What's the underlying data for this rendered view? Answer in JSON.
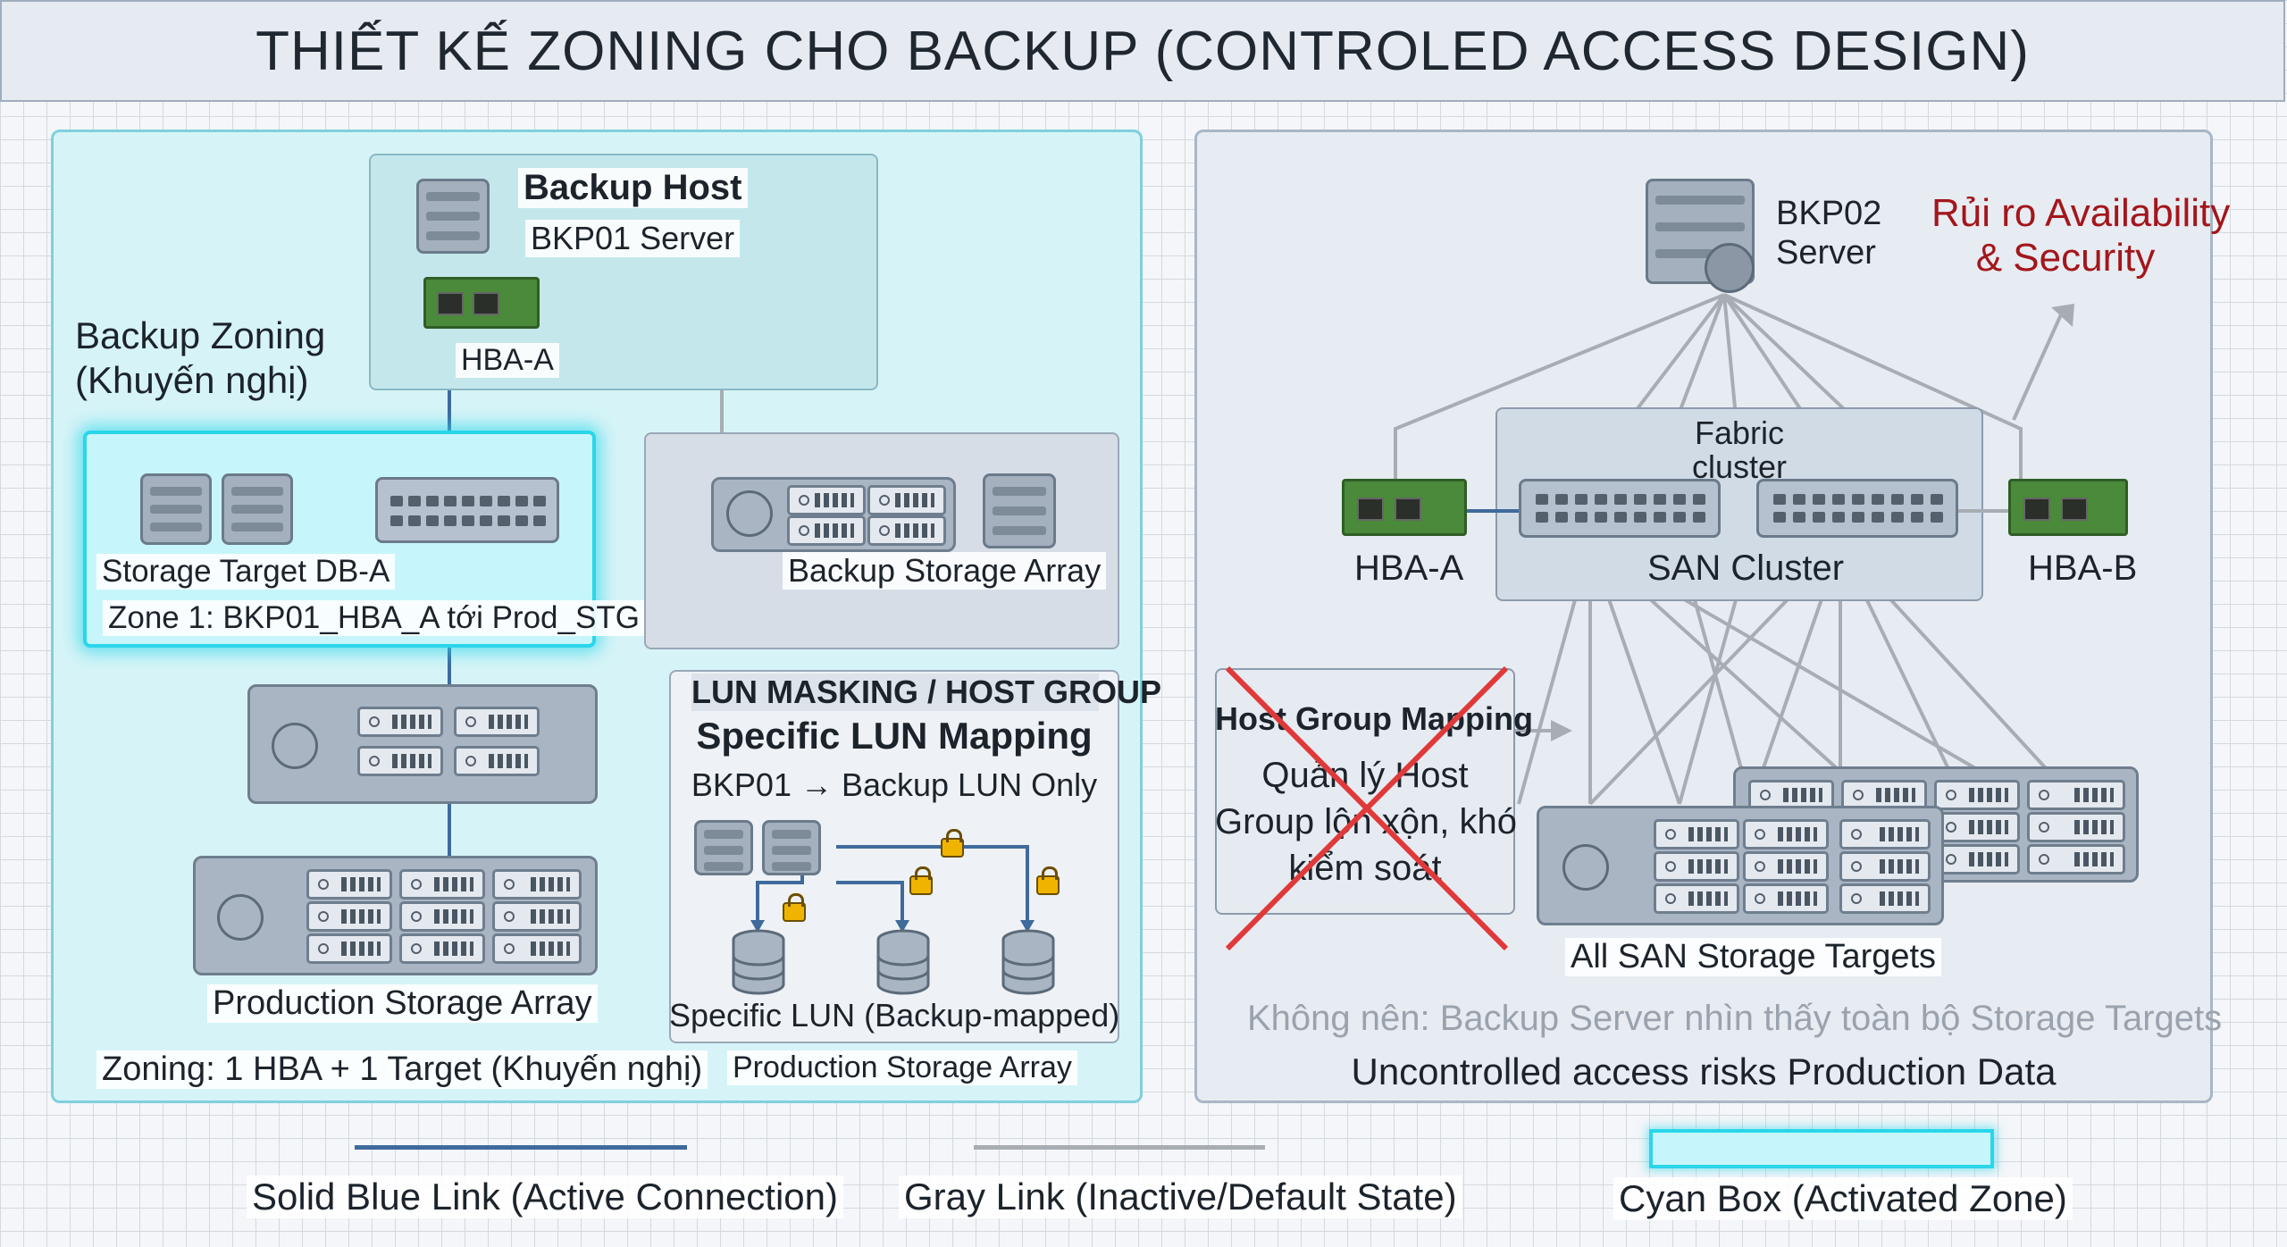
{
  "title": "THIẾT KẾ ZONING CHO BACKUP (CONTROLED ACCESS DESIGN)",
  "left": {
    "backup_host": {
      "title": "Backup Host",
      "server": "BKP01 Server",
      "hba": "HBA-A"
    },
    "backup_zoning": {
      "line1": "Backup Zoning",
      "line2": "(Khuyến nghị)"
    },
    "zone1": {
      "target_label": "Storage Target DB-A",
      "zone_label": "Zone 1: BKP01_HBA_A tới Prod_STG"
    },
    "backup_storage_label": "Backup Storage Array",
    "production_storage_label": "Production Storage Array",
    "zoning_note": "Zoning: 1 HBA + 1 Target (Khuyến nghị)",
    "lun": {
      "heading": "LUN MASKING / HOST GROUP",
      "subheading": "Specific LUN Mapping",
      "mapping": "BKP01 → Backup LUN Only",
      "specific_lun": "Specific LUN (Backup-mapped)",
      "footer": "Production Storage Array"
    }
  },
  "right": {
    "server": {
      "line1": "BKP02",
      "line2": "Server"
    },
    "risk": {
      "line1": "Rủi ro Availability",
      "line2": "& Security"
    },
    "fabric": {
      "line1": "Fabric",
      "line2": "cluster"
    },
    "san_cluster": "SAN Cluster",
    "hba_a": "HBA-A",
    "hba_b": "HBA-B",
    "host_group": {
      "title": "Host Group Mapping",
      "line1": "Quản lý Host",
      "line2": "Group lộn xộn, khó",
      "line3": "kiểm soát"
    },
    "all_targets": "All SAN Storage Targets",
    "warning": "Không nên: Backup Server nhìn thấy toàn bộ Storage Targets",
    "risk_note": "Uncontrolled access risks Production Data"
  },
  "legend": {
    "blue": "Solid Blue Link (Active Connection)",
    "gray": "Gray Link (Inactive/Default State)",
    "cyan": "Cyan Box (Activated Zone)"
  },
  "colors": {
    "active_link": "#3f6a9c",
    "inactive_link": "#a8adb3",
    "activated_zone": "#29d6ea",
    "risk_text": "#a3161b",
    "cross": "#e0393a"
  }
}
